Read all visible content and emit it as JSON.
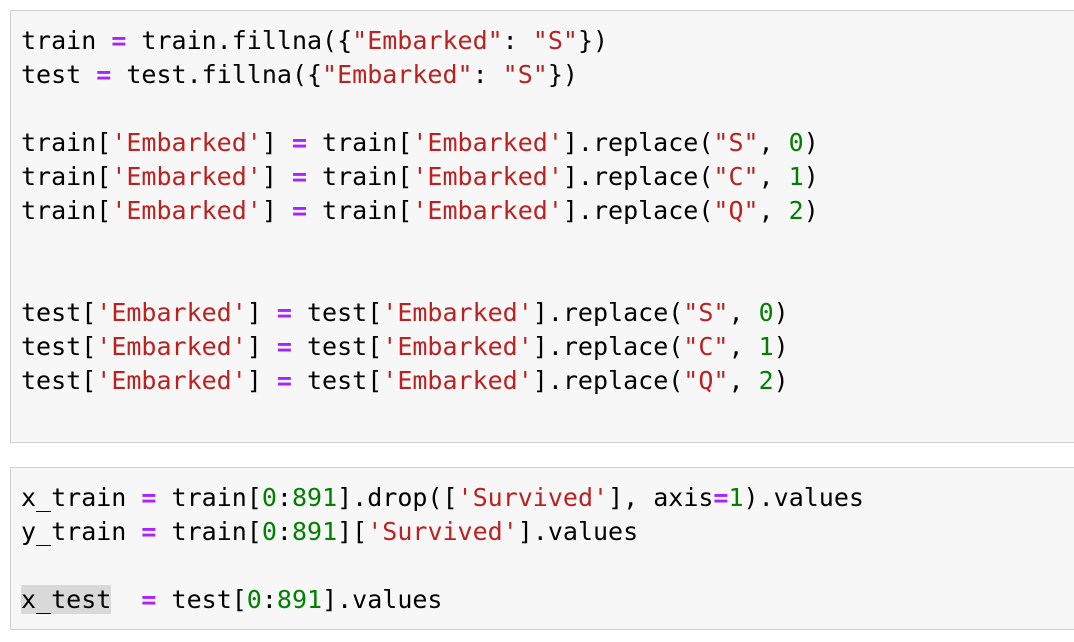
{
  "cells": [
    {
      "lines": [
        [
          {
            "t": "train "
          },
          {
            "t": "=",
            "k": "op"
          },
          {
            "t": " train.fillna({"
          },
          {
            "t": "\"Embarked\"",
            "k": "str"
          },
          {
            "t": ": "
          },
          {
            "t": "\"S\"",
            "k": "str"
          },
          {
            "t": "})"
          }
        ],
        [
          {
            "t": "test "
          },
          {
            "t": "=",
            "k": "op"
          },
          {
            "t": " test.fillna({"
          },
          {
            "t": "\"Embarked\"",
            "k": "str"
          },
          {
            "t": ": "
          },
          {
            "t": "\"S\"",
            "k": "str"
          },
          {
            "t": "})"
          }
        ],
        [],
        [
          {
            "t": "train["
          },
          {
            "t": "'Embarked'",
            "k": "str"
          },
          {
            "t": "] "
          },
          {
            "t": "=",
            "k": "op"
          },
          {
            "t": " train["
          },
          {
            "t": "'Embarked'",
            "k": "str"
          },
          {
            "t": "].replace("
          },
          {
            "t": "\"S\"",
            "k": "str"
          },
          {
            "t": ", "
          },
          {
            "t": "0",
            "k": "num"
          },
          {
            "t": ")"
          }
        ],
        [
          {
            "t": "train["
          },
          {
            "t": "'Embarked'",
            "k": "str"
          },
          {
            "t": "] "
          },
          {
            "t": "=",
            "k": "op"
          },
          {
            "t": " train["
          },
          {
            "t": "'Embarked'",
            "k": "str"
          },
          {
            "t": "].replace("
          },
          {
            "t": "\"C\"",
            "k": "str"
          },
          {
            "t": ", "
          },
          {
            "t": "1",
            "k": "num"
          },
          {
            "t": ")"
          }
        ],
        [
          {
            "t": "train["
          },
          {
            "t": "'Embarked'",
            "k": "str"
          },
          {
            "t": "] "
          },
          {
            "t": "=",
            "k": "op"
          },
          {
            "t": " train["
          },
          {
            "t": "'Embarked'",
            "k": "str"
          },
          {
            "t": "].replace("
          },
          {
            "t": "\"Q\"",
            "k": "str"
          },
          {
            "t": ", "
          },
          {
            "t": "2",
            "k": "num"
          },
          {
            "t": ")"
          }
        ],
        [],
        [],
        [
          {
            "t": "test["
          },
          {
            "t": "'Embarked'",
            "k": "str"
          },
          {
            "t": "] "
          },
          {
            "t": "=",
            "k": "op"
          },
          {
            "t": " test["
          },
          {
            "t": "'Embarked'",
            "k": "str"
          },
          {
            "t": "].replace("
          },
          {
            "t": "\"S\"",
            "k": "str"
          },
          {
            "t": ", "
          },
          {
            "t": "0",
            "k": "num"
          },
          {
            "t": ")"
          }
        ],
        [
          {
            "t": "test["
          },
          {
            "t": "'Embarked'",
            "k": "str"
          },
          {
            "t": "] "
          },
          {
            "t": "=",
            "k": "op"
          },
          {
            "t": " test["
          },
          {
            "t": "'Embarked'",
            "k": "str"
          },
          {
            "t": "].replace("
          },
          {
            "t": "\"C\"",
            "k": "str"
          },
          {
            "t": ", "
          },
          {
            "t": "1",
            "k": "num"
          },
          {
            "t": ")"
          }
        ],
        [
          {
            "t": "test["
          },
          {
            "t": "'Embarked'",
            "k": "str"
          },
          {
            "t": "] "
          },
          {
            "t": "=",
            "k": "op"
          },
          {
            "t": " test["
          },
          {
            "t": "'Embarked'",
            "k": "str"
          },
          {
            "t": "].replace("
          },
          {
            "t": "\"Q\"",
            "k": "str"
          },
          {
            "t": ", "
          },
          {
            "t": "2",
            "k": "num"
          },
          {
            "t": ")"
          }
        ]
      ]
    },
    {
      "lines": [
        [
          {
            "t": "x_train "
          },
          {
            "t": "=",
            "k": "op"
          },
          {
            "t": " train["
          },
          {
            "t": "0",
            "k": "num"
          },
          {
            "t": ":"
          },
          {
            "t": "891",
            "k": "num"
          },
          {
            "t": "].drop(["
          },
          {
            "t": "'Survived'",
            "k": "str"
          },
          {
            "t": "], axis"
          },
          {
            "t": "=",
            "k": "op"
          },
          {
            "t": "1",
            "k": "num"
          },
          {
            "t": ").values"
          }
        ],
        [
          {
            "t": "y_train "
          },
          {
            "t": "=",
            "k": "op"
          },
          {
            "t": " train["
          },
          {
            "t": "0",
            "k": "num"
          },
          {
            "t": ":"
          },
          {
            "t": "891",
            "k": "num"
          },
          {
            "t": "]["
          },
          {
            "t": "'Survived'",
            "k": "str"
          },
          {
            "t": "].values"
          }
        ],
        [],
        [
          {
            "t": "x_test",
            "k": "hl"
          },
          {
            "t": "  "
          },
          {
            "t": "=",
            "k": "op"
          },
          {
            "t": " test["
          },
          {
            "t": "0",
            "k": "num"
          },
          {
            "t": ":"
          },
          {
            "t": "891",
            "k": "num"
          },
          {
            "t": "].values"
          }
        ]
      ]
    }
  ],
  "colors": {
    "cell_background": "#f7f7f7",
    "cell_border": "#cfcfcf",
    "operator": "#aa22ff",
    "string": "#ba2121",
    "number": "#008000",
    "selection_highlight": "#d9d9d9"
  }
}
